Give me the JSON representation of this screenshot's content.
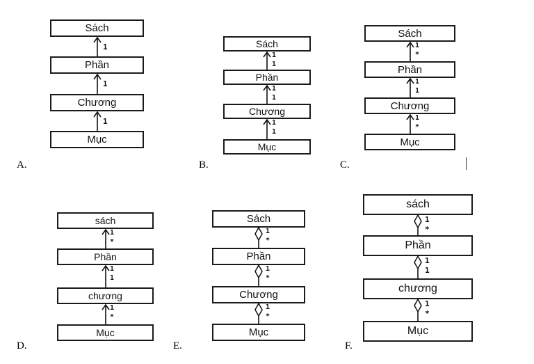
{
  "options": [
    {
      "letter": "A.",
      "connector": "arrow",
      "boxes": [
        "Sách",
        "Phần",
        "Chương",
        "Mục"
      ],
      "links": [
        {
          "top": "",
          "bottom": "1"
        },
        {
          "top": "",
          "bottom": "1"
        },
        {
          "top": "",
          "bottom": "1"
        }
      ]
    },
    {
      "letter": "B.",
      "connector": "arrow",
      "boxes": [
        "Sách",
        "Phần",
        "Chương",
        "Mục"
      ],
      "links": [
        {
          "top": "1",
          "bottom": "1"
        },
        {
          "top": "1",
          "bottom": "1"
        },
        {
          "top": "1",
          "bottom": "1"
        }
      ]
    },
    {
      "letter": "C.",
      "connector": "arrow",
      "boxes": [
        "Sách",
        "Phần",
        "Chương",
        "Mục"
      ],
      "links": [
        {
          "top": "1",
          "bottom": "*"
        },
        {
          "top": "1",
          "bottom": "1"
        },
        {
          "top": "1",
          "bottom": "*"
        }
      ]
    },
    {
      "letter": "D.",
      "connector": "arrow",
      "boxes": [
        "sách",
        "Phần",
        "chương",
        "Mục"
      ],
      "links": [
        {
          "top": "1",
          "bottom": "*"
        },
        {
          "top": "1",
          "bottom": "1"
        },
        {
          "top": "1",
          "bottom": "*"
        }
      ]
    },
    {
      "letter": "E.",
      "connector": "diamond",
      "boxes": [
        "Sách",
        "Phần",
        "Chương",
        "Mục"
      ],
      "links": [
        {
          "top": "1",
          "bottom": "*"
        },
        {
          "top": "1",
          "bottom": "*"
        },
        {
          "top": "1",
          "bottom": "*"
        }
      ]
    },
    {
      "letter": "F.",
      "connector": "diamond",
      "boxes": [
        "sách",
        "Phần",
        "chương",
        "Mục"
      ],
      "links": [
        {
          "top": "1",
          "bottom": "*"
        },
        {
          "top": "1",
          "bottom": "1"
        },
        {
          "top": "1",
          "bottom": "*"
        }
      ]
    }
  ]
}
